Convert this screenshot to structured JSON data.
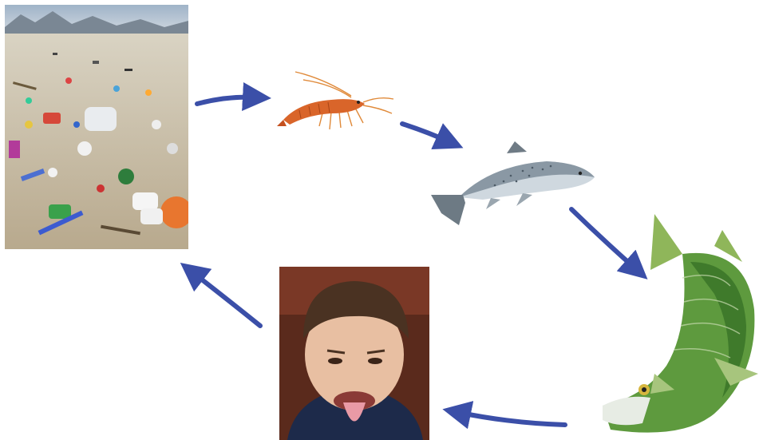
{
  "diagram": {
    "stages": [
      {
        "id": "plastic-debris",
        "icon": "beach-plastic-litter-photo"
      },
      {
        "id": "shrimp",
        "icon": "shrimp-illustration"
      },
      {
        "id": "small-fish",
        "icon": "salmon-illustration"
      },
      {
        "id": "large-fish",
        "icon": "pike-illustration"
      },
      {
        "id": "human",
        "icon": "child-tongue-out-photo"
      }
    ],
    "flow": [
      "plastic-debris",
      "shrimp",
      "small-fish",
      "large-fish",
      "human",
      "plastic-debris"
    ],
    "colors": {
      "arrow": "#3b4fa8",
      "sand": "#d8cdb5",
      "sky": "#b9c6d6",
      "salmon_body": "#c9d3da",
      "pike_body": "#5e9a3e"
    }
  }
}
